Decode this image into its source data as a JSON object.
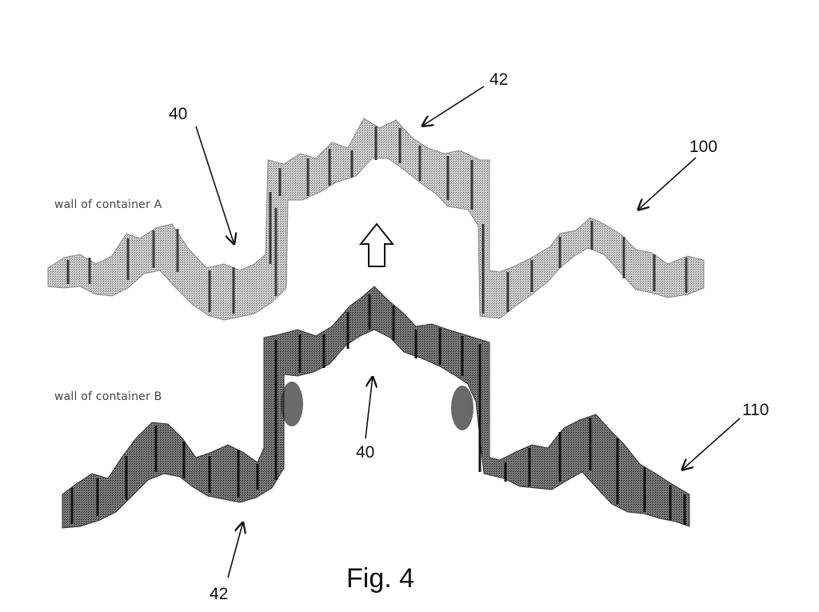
{
  "figure": {
    "caption": "Fig. 4",
    "labels": {
      "wall_a": "wall of container A",
      "wall_b": "wall of container B"
    },
    "reference_numerals": {
      "top_42": "42",
      "left_40": "40",
      "right_100": "100",
      "center_40": "40",
      "right_110": "110",
      "bottom_42": "42"
    },
    "colors": {
      "wall_a": "#b4b4b4",
      "wall_a_edge": "#5a5a5a",
      "wall_b": "#6e6e6e",
      "wall_b_edge": "#222222",
      "ink": "#111111"
    }
  }
}
